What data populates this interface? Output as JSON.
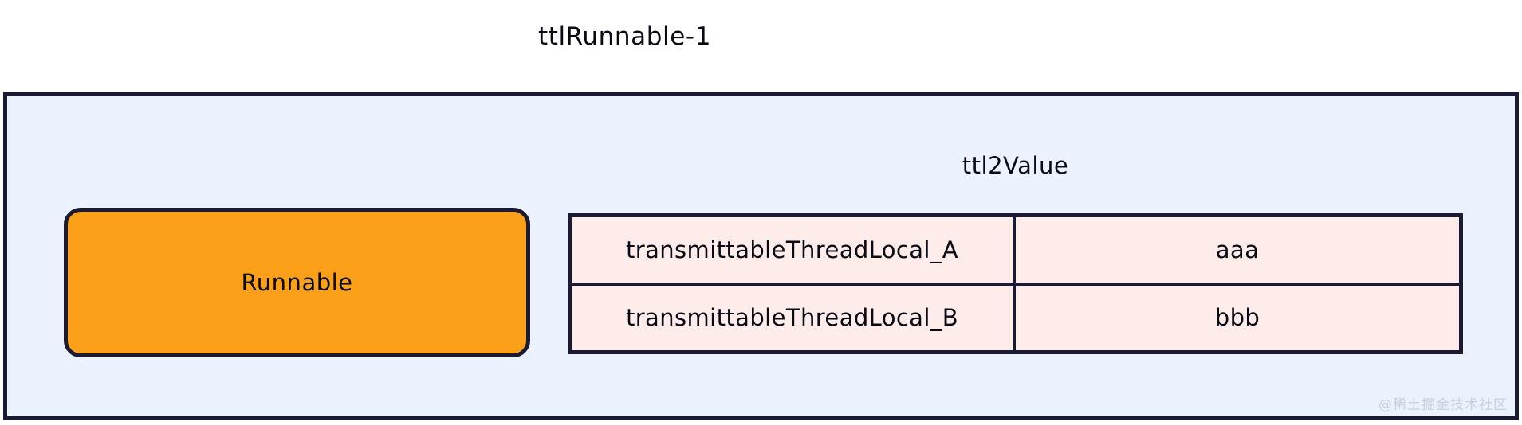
{
  "diagram": {
    "type": "thread-context-diagram",
    "title": "ttlRunnable-1",
    "background_color": "#ffffff"
  },
  "thread_container": {
    "name": "ttlRunnable-1",
    "fill_color": "#ebf1fd",
    "border_color": "#1a1b33"
  },
  "runnable": {
    "label": "Runnable",
    "fill_color": "#fca019",
    "border_color": "#1a1b33"
  },
  "ttl_map": {
    "label": "ttl2Value",
    "fill_color": "#fdecea",
    "border_color": "#1a1b33",
    "rows": [
      {
        "key": "transmittableThreadLocal_A",
        "value": "aaa"
      },
      {
        "key": "transmittableThreadLocal_B",
        "value": "bbb"
      }
    ]
  },
  "watermark": {
    "text": "@稀土掘金技术社区",
    "color": "#c8cfdf"
  }
}
